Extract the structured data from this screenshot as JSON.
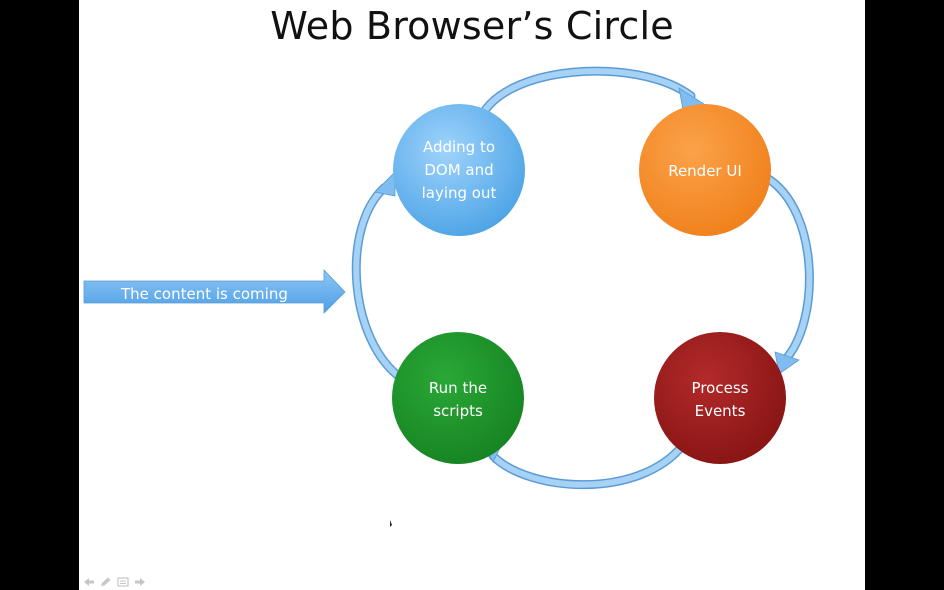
{
  "title": "Web Browser’s Circle",
  "incoming_arrow": {
    "label": "The content is coming"
  },
  "nodes": {
    "adding_dom": {
      "lines": [
        "Adding to",
        "DOM and",
        "laying out"
      ],
      "color": "#6eb7ee"
    },
    "render_ui": {
      "lines": [
        "Render UI"
      ],
      "color": "#f58a25"
    },
    "process_events": {
      "lines": [
        "Process",
        "Events"
      ],
      "color": "#9c1c1c"
    },
    "run_scripts": {
      "lines": [
        "Run the",
        "scripts"
      ],
      "color": "#1d9428"
    }
  },
  "colors": {
    "arrow_fill": "#8cc4f0",
    "arrow_stroke": "#5b9bd5",
    "incoming_arrow_fill": "#6cb3ef"
  },
  "slide_controls": [
    "previous-icon",
    "pen-icon",
    "slides-menu-icon",
    "next-icon"
  ]
}
